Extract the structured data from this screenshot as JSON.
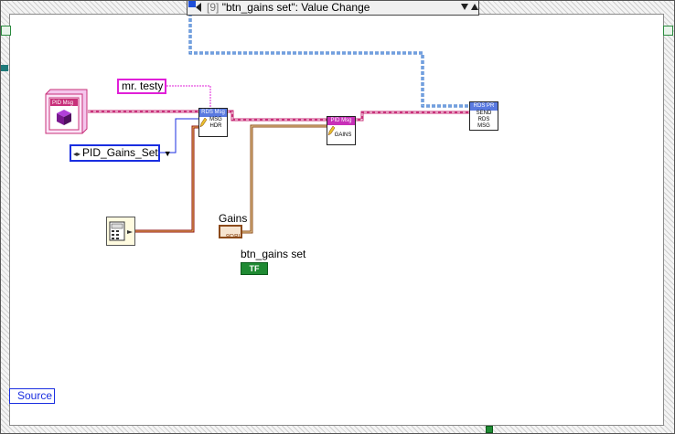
{
  "event_case": {
    "index": "[9]",
    "event": "\"btn_gains set\": Value Change"
  },
  "nodes": {
    "rds_msg_hdr": {
      "title": "RDS Msg",
      "body": "MSG\nHDR"
    },
    "pid_msg_gains": {
      "title": "PID Msg",
      "body": "GAINS"
    },
    "rds_send": {
      "title": "RDS PR",
      "body": "SEND\nRDS\nMSG"
    },
    "pid_msg_class": {
      "title": "PID Msg"
    }
  },
  "constants": {
    "string": "mr. testy",
    "enum": "PID_Gains_Set"
  },
  "terminals": {
    "gains_label": "Gains",
    "gains_glyph": "9DBL",
    "btn_label": "btn_gains set",
    "btn_glyph": "TF"
  },
  "event_data": {
    "source": "Source"
  },
  "colors": {
    "class_wire": "#c8307a",
    "refnum_wire": "#2060c0",
    "cluster_wire": "#8c4a1a",
    "error_wire": "#8c1010",
    "string": "#e020d8",
    "enum": "#1a2ee0",
    "boolean": "#1f8a33"
  }
}
